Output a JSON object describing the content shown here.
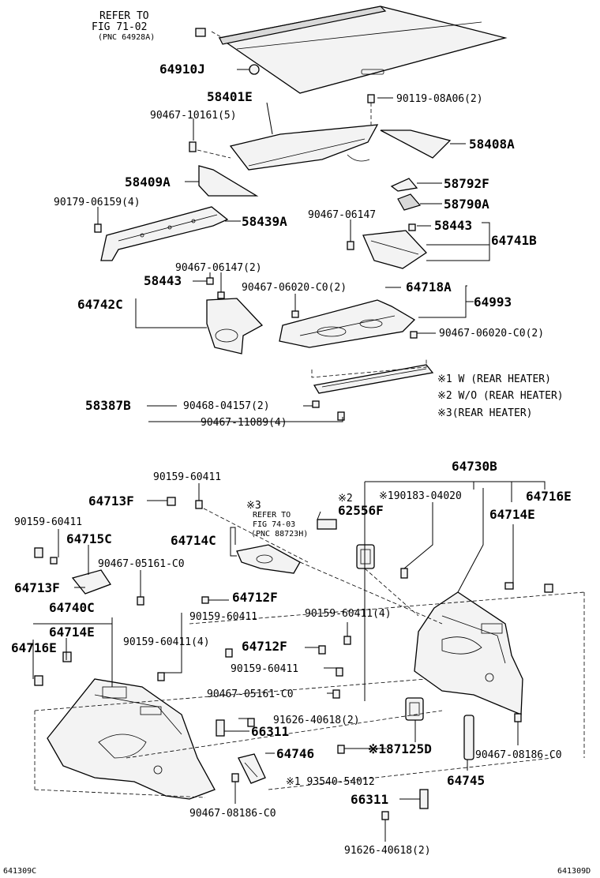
{
  "labels": {
    "ref_7102_a": "REFER TO",
    "ref_7102_b": "FIG 71-02",
    "ref_7102_c": "(PNC 64928A)",
    "p64910J": "64910J",
    "p58401E": "58401E",
    "p90119": "90119-08A06(2)",
    "p90467_10161": "90467-10161(5)",
    "p58408A": "58408A",
    "p58409A": "58409A",
    "p58792F": "58792F",
    "p90179": "90179-06159(4)",
    "p58790A": "58790A",
    "p58439A": "58439A",
    "p90467_06147": "90467-06147",
    "p58443_top": "58443",
    "p64741B": "64741B",
    "p90467_06147_2": "90467-06147(2)",
    "p58443_mid": "58443",
    "p90467_06020_a": "90467-06020-C0(2)",
    "p64718A": "64718A",
    "p64742C": "64742C",
    "p64993": "64993",
    "p90467_06020_b": "90467-06020-C0(2)",
    "note1": "※1 W (REAR HEATER)",
    "note2": "※2 W/O (REAR HEATER)",
    "note3": "※3(REAR HEATER)",
    "p58387B": "58387B",
    "p90468": "90468-04157(2)",
    "p90467_11089": "90467-11089(4)",
    "p64730B": "64730B",
    "p90159_a": "90159-60411",
    "mark2": "※2",
    "p90183": "※190183-04020",
    "p64716E_r": "64716E",
    "p64713F_t": "64713F",
    "ref_7403_mark": "※3",
    "ref_7403_a": "REFER TO",
    "ref_7403_b": "FIG 74-03",
    "ref_7403_c": "(PNC 88723H)",
    "p62556F": "62556F",
    "p64714E_r": "64714E",
    "p90159_b": "90159-60411",
    "p64715C": "64715C",
    "p64714C": "64714C",
    "p90467_05161_a": "90467-05161-C0",
    "p64713F_l": "64713F",
    "p64712F_a": "64712F",
    "p64740C": "64740C",
    "p90159_c": "90159-60411",
    "p64714E_l": "64714E",
    "p90159_d": "90159-60411(4)",
    "p64716E_l": "64716E",
    "p90159_e": "90159-60411(4)",
    "p64712F_b": "64712F",
    "p90159_f": "90159-60411",
    "p90467_05161_b": "90467-05161-C0",
    "p91626_a": "91626-40618(2)",
    "p66311_a": "66311",
    "p64746": "64746",
    "p87125D": "※187125D",
    "p90467_08186_r": "90467-08186-C0",
    "p93540": "※1 93540-54012",
    "p64745": "64745",
    "p66311_b": "66311",
    "p90467_08186_l": "90467-08186-C0",
    "p91626_b": "91626-40618(2)",
    "code_left": "641309C",
    "code_right": "641309D"
  }
}
